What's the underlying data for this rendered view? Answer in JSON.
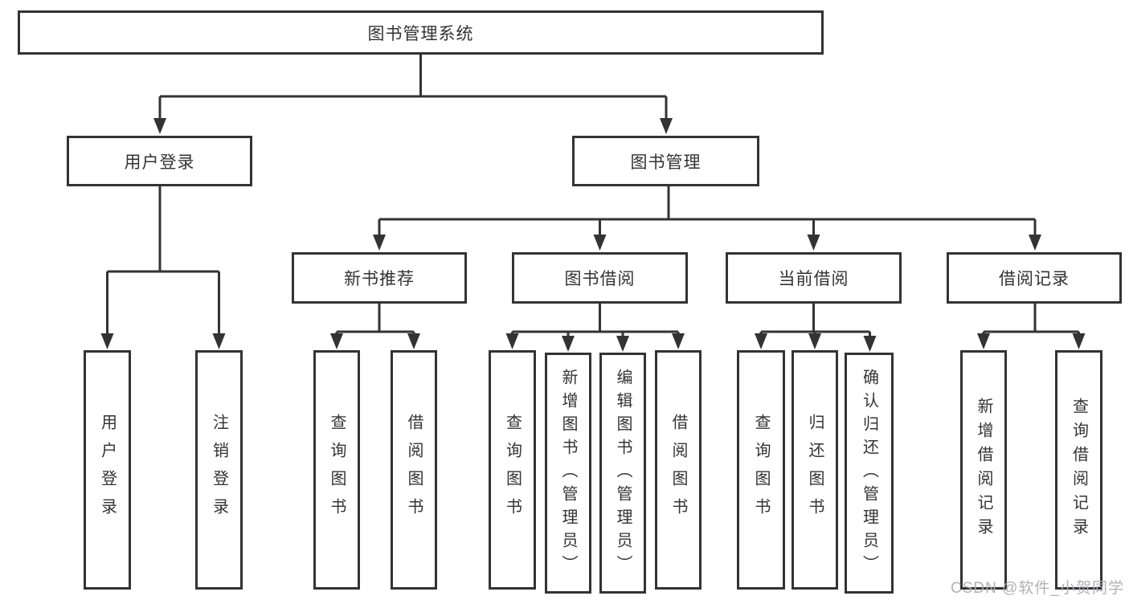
{
  "diagram": {
    "type": "hierarchy-flowchart",
    "watermark": "CSDN @软件_小贺同学",
    "colors": {
      "background": "#ffffff",
      "box_fill": "#ffffff",
      "box_border": "#333333",
      "line": "#333333",
      "text": "#333333",
      "watermark": "#adadb2"
    },
    "tree": {
      "label": "图书管理系统",
      "children": [
        {
          "label": "用户登录",
          "children": [
            {
              "label": "用户登录"
            },
            {
              "label": "注销登录"
            }
          ]
        },
        {
          "label": "图书管理",
          "children": [
            {
              "label": "新书推荐",
              "children": [
                {
                  "label": "查询图书"
                },
                {
                  "label": "借阅图书"
                }
              ]
            },
            {
              "label": "图书借阅",
              "children": [
                {
                  "label": "查询图书"
                },
                {
                  "label": "新增图书（管理员）"
                },
                {
                  "label": "编辑图书（管理员）"
                },
                {
                  "label": "借阅图书"
                }
              ]
            },
            {
              "label": "当前借阅",
              "children": [
                {
                  "label": "查询图书"
                },
                {
                  "label": "归还图书"
                },
                {
                  "label": "确认归还（管理员）"
                }
              ]
            },
            {
              "label": "借阅记录",
              "children": [
                {
                  "label": "新增借阅记录"
                },
                {
                  "label": "查询借阅记录"
                }
              ]
            }
          ]
        }
      ]
    }
  }
}
